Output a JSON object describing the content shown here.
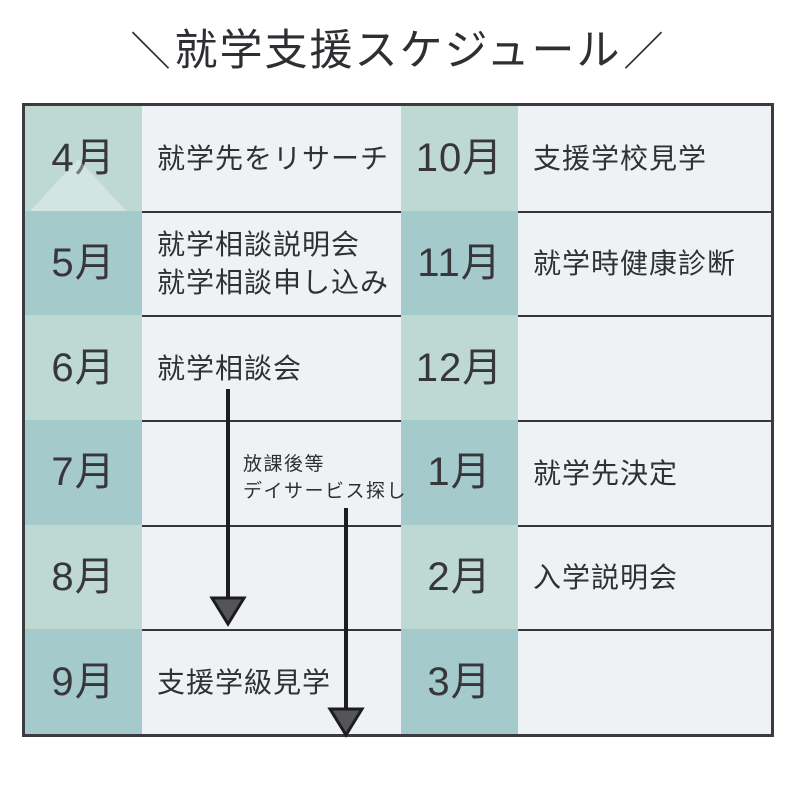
{
  "title": {
    "left_slash": "＼",
    "text": "就学支援スケジュール",
    "right_slash": "／"
  },
  "colors": {
    "month_shade_light": "#bdd9d1",
    "month_shade_dark": "#a5cacb",
    "content_bg": "#eef2f5",
    "border": "#3b3b40",
    "text": "#303035"
  },
  "schedule": {
    "left_column": [
      {
        "month": "4月",
        "task": [
          "就学先をリサーチ"
        ]
      },
      {
        "month": "5月",
        "task": [
          "就学相談説明会",
          "就学相談申し込み"
        ]
      },
      {
        "month": "6月",
        "task": [
          "就学相談会"
        ]
      },
      {
        "month": "7月",
        "task": []
      },
      {
        "month": "8月",
        "task": []
      },
      {
        "month": "9月",
        "task": [
          "支援学級見学"
        ]
      }
    ],
    "right_column": [
      {
        "month": "10月",
        "task": [
          "支援学校見学"
        ]
      },
      {
        "month": "11月",
        "task": [
          "就学時健康診断"
        ]
      },
      {
        "month": "12月",
        "task": []
      },
      {
        "month": "1月",
        "task": [
          "就学先決定"
        ]
      },
      {
        "month": "2月",
        "task": [
          "入学説明会"
        ]
      },
      {
        "month": "3月",
        "task": []
      }
    ]
  },
  "annotation": {
    "line1": "放課後等",
    "line2": "デイサービス探し"
  }
}
